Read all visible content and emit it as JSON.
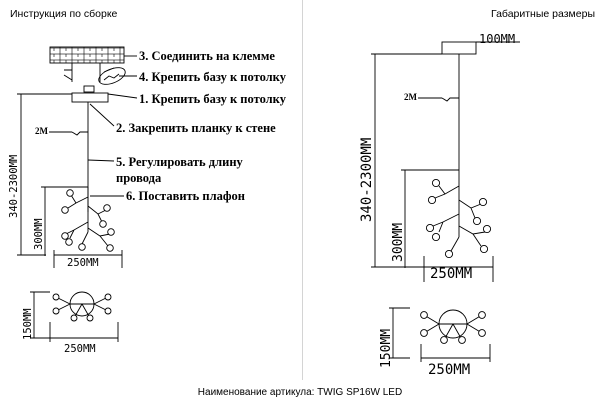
{
  "header": {
    "left_title": "Инструкция по сборке",
    "right_title": "Габаритные размеры"
  },
  "assembly_steps": [
    "2. Закрепить планку к стене",
    "3. Соединить на клемме",
    "4. Крепить базу к потолку",
    "1. Крепить базу к потолку",
    "5. Регулировать длину",
    "провода",
    "6. Поставить плафон"
  ],
  "dimensions": {
    "cable": "2M",
    "height": "340-2300MM",
    "fixture_height": "300MM",
    "width": "250MM",
    "base": "100MM",
    "depth": "150MM"
  },
  "footer": {
    "article_label": "Наименование артикула: TWIG SP16W LED"
  }
}
